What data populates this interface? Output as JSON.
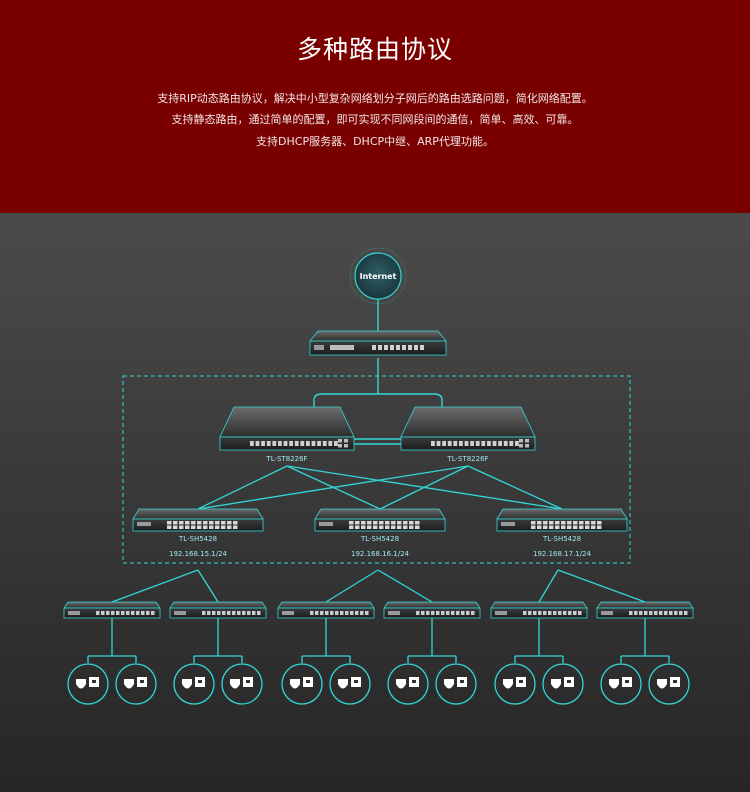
{
  "header": {
    "title": "多种路由协议",
    "lines": [
      "支持RIP动态路由协议，解决中小型复杂网络划分子网后的路由选路问题，简化网络配置。",
      "支持静态路由，通过简单的配置，即可实现不同网段间的通信，简单、高效、可靠。",
      "支持DHCP服务器、DHCP中继、ARP代理功能。"
    ]
  },
  "diagram": {
    "internet_label": "Internet",
    "core_switches": [
      "TL-ST8226F",
      "TL-ST8226F"
    ],
    "access_switches": [
      {
        "model": "TL-SH5428",
        "ip": "192.168.15.1/24"
      },
      {
        "model": "TL-SH5428",
        "ip": "192.168.16.1/24"
      },
      {
        "model": "TL-SH5428",
        "ip": "192.168.17.1/24"
      }
    ],
    "colors": {
      "banner": "#7a0000",
      "line": "#33d6d6",
      "label": "#9fe8ee"
    }
  }
}
